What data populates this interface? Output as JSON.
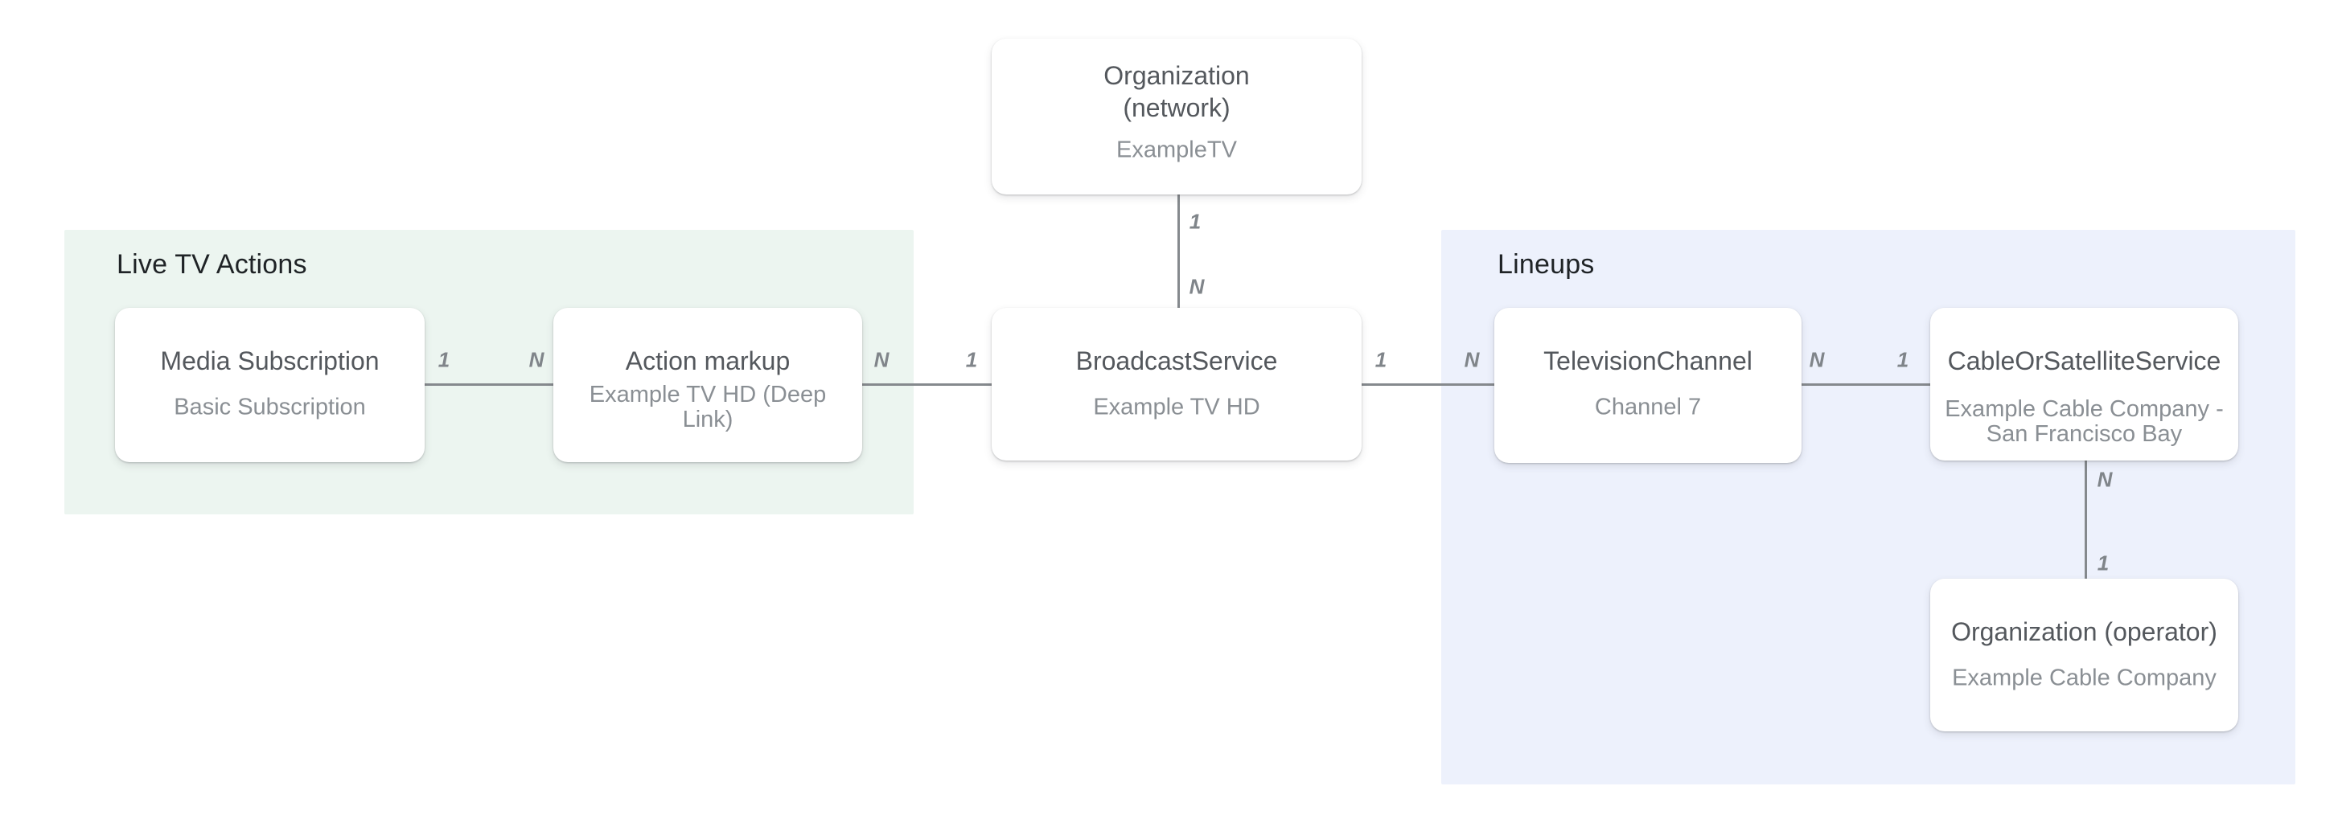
{
  "regions": {
    "live_tv_actions": {
      "title": "Live TV Actions"
    },
    "lineups": {
      "title": "Lineups"
    }
  },
  "cards": {
    "org_network": {
      "title": "Organization\n(network)",
      "subtitle": "ExampleTV"
    },
    "media_subscription": {
      "title": "Media Subscription",
      "subtitle": "Basic Subscription"
    },
    "action_markup": {
      "title": "Action markup",
      "subtitle": "Example TV HD (Deep Link)"
    },
    "broadcast_service": {
      "title": "BroadcastService",
      "subtitle": "Example TV HD"
    },
    "television_channel": {
      "title": "TelevisionChannel",
      "subtitle": "Channel 7"
    },
    "cable_or_satellite_service": {
      "title": "CableOrSatelliteService",
      "subtitle": "Example Cable Company -\nSan Francisco Bay"
    },
    "org_operator": {
      "title": "Organization (operator)",
      "subtitle": "Example Cable Company"
    }
  },
  "connectors": {
    "network_to_broadcast": {
      "start_label": "1",
      "end_label": "N"
    },
    "media_to_action": {
      "start_label": "1",
      "end_label": "N"
    },
    "action_to_broadcast": {
      "start_label": "N",
      "end_label": "1"
    },
    "broadcast_to_channel": {
      "start_label": "1",
      "end_label": "N"
    },
    "channel_to_cable": {
      "start_label": "N",
      "end_label": "1"
    },
    "cable_to_operator": {
      "start_label": "N",
      "end_label": "1"
    }
  },
  "colors": {
    "live_tv_actions_panel": "#ecf5f0",
    "lineups_panel": "#edf1fc",
    "card_background": "#ffffff",
    "card_title_text": "#54585d",
    "card_subtitle_text": "#8a8f94",
    "panel_title_text": "#1f2326",
    "connector_line": "#85898d",
    "cardinality_label_text": "#80858a"
  }
}
